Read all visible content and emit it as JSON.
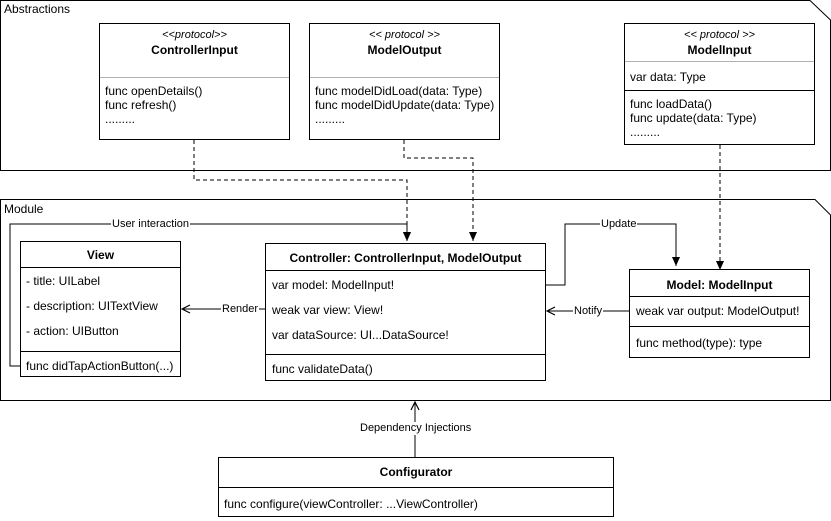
{
  "frames": {
    "abstractions": "Abstractions",
    "module": "Module"
  },
  "boxes": {
    "controller_input": {
      "stereotype": "<<protocol>>",
      "name": "ControllerInput",
      "members": [
        "func openDetails()",
        "func refresh()",
        "........."
      ]
    },
    "model_output": {
      "stereotype": "<< protocol >>",
      "name": "ModelOutput",
      "members": [
        "func modelDidLoad(data: Type)",
        "func modelDidUpdate(data: Type)",
        "........."
      ]
    },
    "model_input": {
      "stereotype": "<< protocol >>",
      "name": "ModelInput",
      "attributes": [
        "var data: Type"
      ],
      "methods": [
        "func loadData()",
        "func update(data: Type)",
        "........."
      ]
    },
    "view": {
      "name": "View",
      "attributes": [
        "- title: UILabel",
        "- description: UITextView",
        "- action: UIButton"
      ],
      "methods": [
        "func didTapActionButton(...)"
      ]
    },
    "controller": {
      "name": "Controller: ControllerInput, ModelOutput",
      "attributes": [
        "var model: ModelInput!",
        "weak var view: View!",
        "var dataSource: UI...DataSource!"
      ],
      "methods": [
        "func validateData()"
      ]
    },
    "model": {
      "name": "Model: ModelInput",
      "attributes": [
        "weak var output: ModelOutput!"
      ],
      "methods": [
        "func method(type): type"
      ]
    },
    "configurator": {
      "name": "Configurator",
      "methods": [
        "func configure(viewController: ...ViewController)"
      ]
    }
  },
  "edges": {
    "user_interaction": "User interaction",
    "update": "Update",
    "render": "Render",
    "notify": "Notify",
    "dependency_injections": "Dependency Injections"
  }
}
